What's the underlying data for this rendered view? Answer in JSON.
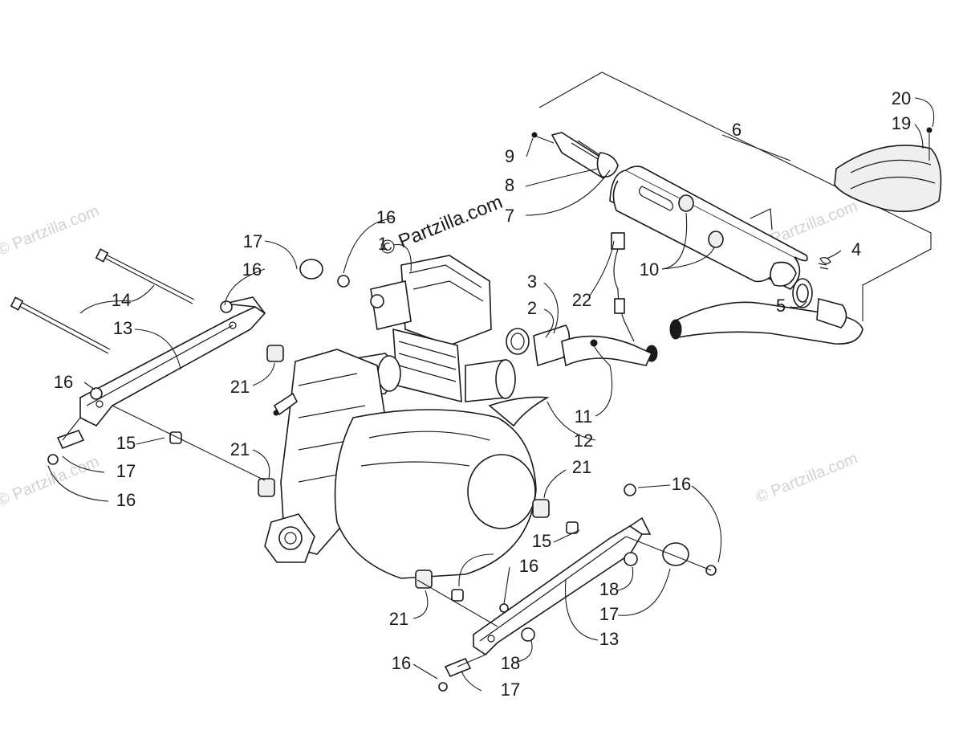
{
  "watermarks": {
    "primary": "© Partzilla.com",
    "secondary": "© Partzilla.com"
  },
  "callouts": [
    {
      "id": "c-1",
      "label": "1"
    },
    {
      "id": "c-2",
      "label": "2"
    },
    {
      "id": "c-3",
      "label": "3"
    },
    {
      "id": "c-4",
      "label": "4"
    },
    {
      "id": "c-5",
      "label": "5"
    },
    {
      "id": "c-6",
      "label": "6"
    },
    {
      "id": "c-7",
      "label": "7"
    },
    {
      "id": "c-8",
      "label": "8"
    },
    {
      "id": "c-9",
      "label": "9"
    },
    {
      "id": "c-10",
      "label": "10"
    },
    {
      "id": "c-11",
      "label": "11"
    },
    {
      "id": "c-12",
      "label": "12"
    },
    {
      "id": "c-13a",
      "label": "13"
    },
    {
      "id": "c-13b",
      "label": "13"
    },
    {
      "id": "c-14",
      "label": "14"
    },
    {
      "id": "c-15a",
      "label": "15"
    },
    {
      "id": "c-15b",
      "label": "15"
    },
    {
      "id": "c-16a",
      "label": "16"
    },
    {
      "id": "c-16b",
      "label": "16"
    },
    {
      "id": "c-16c",
      "label": "16"
    },
    {
      "id": "c-16d",
      "label": "16"
    },
    {
      "id": "c-16e",
      "label": "16"
    },
    {
      "id": "c-16f",
      "label": "16"
    },
    {
      "id": "c-16g",
      "label": "16"
    },
    {
      "id": "c-17a",
      "label": "17"
    },
    {
      "id": "c-17b",
      "label": "17"
    },
    {
      "id": "c-17c",
      "label": "17"
    },
    {
      "id": "c-17d",
      "label": "17"
    },
    {
      "id": "c-18a",
      "label": "18"
    },
    {
      "id": "c-18b",
      "label": "18"
    },
    {
      "id": "c-19",
      "label": "19"
    },
    {
      "id": "c-20",
      "label": "20"
    },
    {
      "id": "c-21a",
      "label": "21"
    },
    {
      "id": "c-21b",
      "label": "21"
    },
    {
      "id": "c-21c",
      "label": "21"
    },
    {
      "id": "c-21d",
      "label": "21"
    },
    {
      "id": "c-22",
      "label": "22"
    }
  ]
}
